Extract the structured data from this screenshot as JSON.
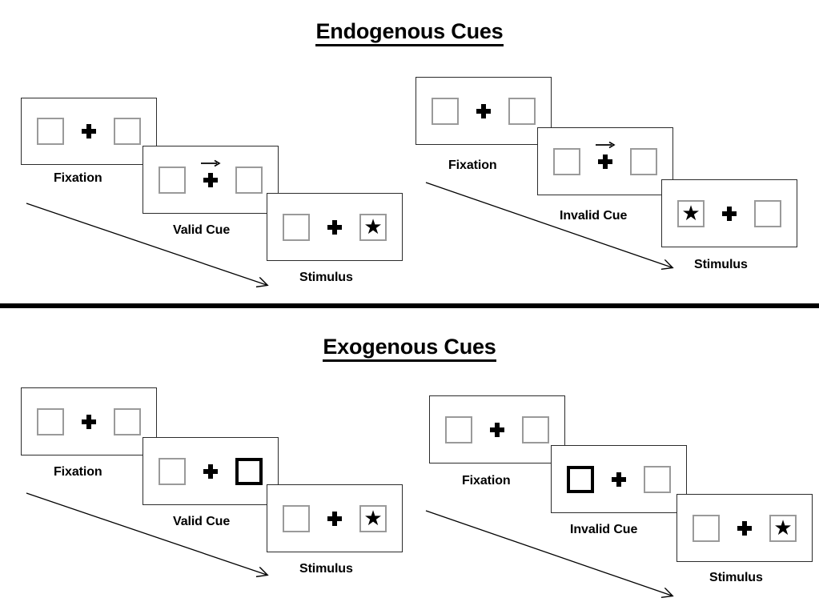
{
  "sections": [
    {
      "id": "endogenous",
      "title": "Endogenous Cues",
      "sequences": [
        {
          "id": "endogenous-valid",
          "panels": [
            {
              "caption": "Fixation",
              "cue": "none",
              "cue_side": "",
              "stimulus_side": ""
            },
            {
              "caption": "Valid Cue",
              "cue": "arrow",
              "cue_side": "right",
              "stimulus_side": ""
            },
            {
              "caption": "Stimulus",
              "cue": "none",
              "cue_side": "",
              "stimulus_side": "right"
            }
          ]
        },
        {
          "id": "endogenous-invalid",
          "panels": [
            {
              "caption": "Fixation",
              "cue": "none",
              "cue_side": "",
              "stimulus_side": ""
            },
            {
              "caption": "Invalid Cue",
              "cue": "arrow",
              "cue_side": "right",
              "stimulus_side": ""
            },
            {
              "caption": "Stimulus",
              "cue": "none",
              "cue_side": "",
              "stimulus_side": "left"
            }
          ]
        }
      ]
    },
    {
      "id": "exogenous",
      "title": "Exogenous Cues",
      "sequences": [
        {
          "id": "exogenous-valid",
          "panels": [
            {
              "caption": "Fixation",
              "cue": "none",
              "cue_side": "",
              "stimulus_side": ""
            },
            {
              "caption": "Valid Cue",
              "cue": "box-flash",
              "cue_side": "right",
              "stimulus_side": ""
            },
            {
              "caption": "Stimulus",
              "cue": "none",
              "cue_side": "",
              "stimulus_side": "right"
            }
          ]
        },
        {
          "id": "exogenous-invalid",
          "panels": [
            {
              "caption": "Fixation",
              "cue": "none",
              "cue_side": "",
              "stimulus_side": ""
            },
            {
              "caption": "Invalid Cue",
              "cue": "box-flash",
              "cue_side": "left",
              "stimulus_side": ""
            },
            {
              "caption": "Stimulus",
              "cue": "none",
              "cue_side": "",
              "stimulus_side": "right"
            }
          ]
        }
      ]
    }
  ],
  "glyphs": {
    "star": "★",
    "fixation_cross": "plus-sign",
    "cue_arrow": "right-arrow"
  },
  "colors": {
    "stroke": "#2b2b2b",
    "box_stroke": "#9a9a9a",
    "cued_box_stroke": "#000000",
    "divider": "#000000",
    "background": "#ffffff"
  }
}
